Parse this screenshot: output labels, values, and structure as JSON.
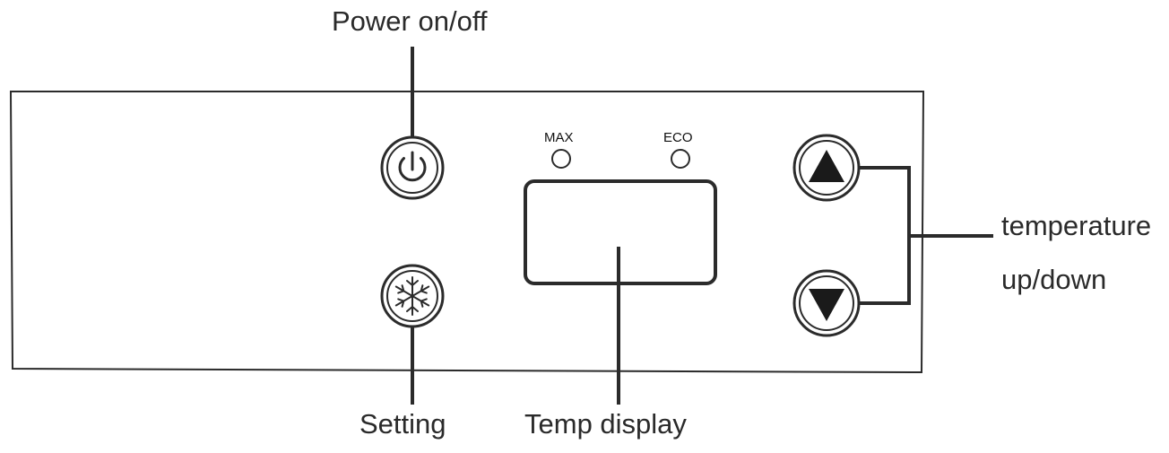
{
  "labels": {
    "power": "Power on/off",
    "temperature_line1": "temperature",
    "temperature_line2": "up/down",
    "setting": "Setting",
    "temp_display": "Temp display"
  },
  "indicators": {
    "max": "MAX",
    "eco": "ECO"
  },
  "icons": {
    "power_button": "power-icon",
    "setting_button": "snowflake-icon",
    "up_button": "triangle-up-icon",
    "down_button": "triangle-down-icon"
  },
  "colors": {
    "line": "#2b2b2b",
    "fill": "#1a1a1a",
    "background": "#ffffff"
  }
}
